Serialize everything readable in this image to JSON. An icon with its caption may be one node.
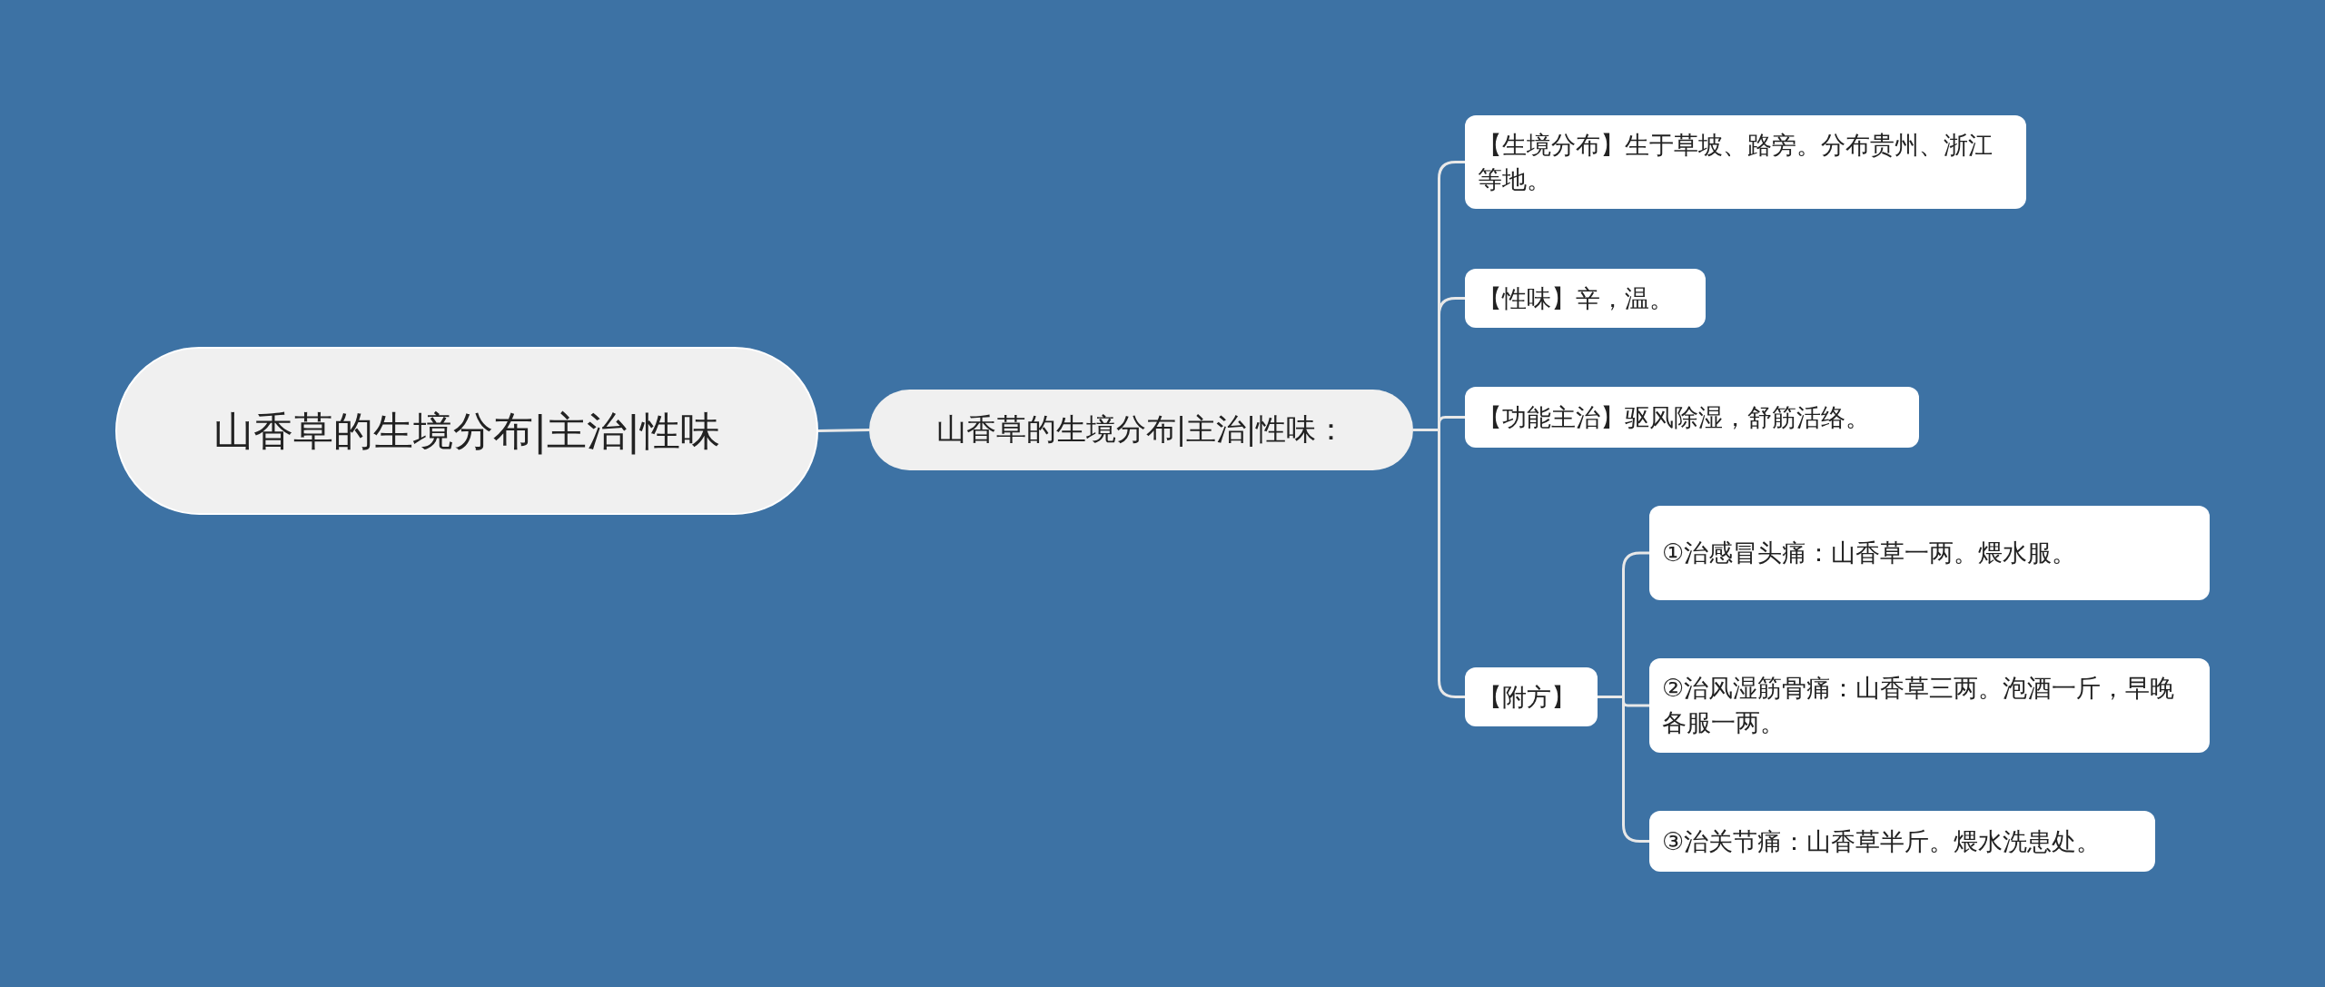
{
  "diagram": {
    "nodes": [
      {
        "text": [
          "山香草的生境分布|主治|性味"
        ]
      },
      {
        "text": [
          "山香草的生境分布|主治|性味："
        ]
      },
      {
        "text": [
          "【生境分布】生于草坡、路旁。分布贵州、浙江等地。"
        ]
      },
      {
        "text": [
          "【性味】辛，温。"
        ]
      },
      {
        "text": [
          "【功能主治】驱风除湿，舒筋活络。"
        ]
      },
      {
        "text": [
          "【附方】"
        ]
      },
      {
        "text": [
          "①治感冒头痛：山香草一两。煨水服。"
        ]
      },
      {
        "text": [
          "②治风湿筋骨痛：山香草三两。泡酒一斤，早晚各服一两。"
        ]
      },
      {
        "text": [
          "③治关节痛：山香草半斤。煨水洗患处。"
        ]
      }
    ],
    "edges": [
      {
        "from": 0,
        "to": 1,
        "arrow": "none"
      },
      {
        "from": 1,
        "to": 2,
        "arrow": "none"
      },
      {
        "from": 1,
        "to": 3,
        "arrow": "none"
      },
      {
        "from": 1,
        "to": 4,
        "arrow": "none"
      },
      {
        "from": 1,
        "to": 5,
        "arrow": "none"
      },
      {
        "from": 5,
        "to": 6,
        "arrow": "none"
      },
      {
        "from": 5,
        "to": 7,
        "arrow": "none"
      },
      {
        "from": 5,
        "to": 8,
        "arrow": "none"
      }
    ]
  }
}
